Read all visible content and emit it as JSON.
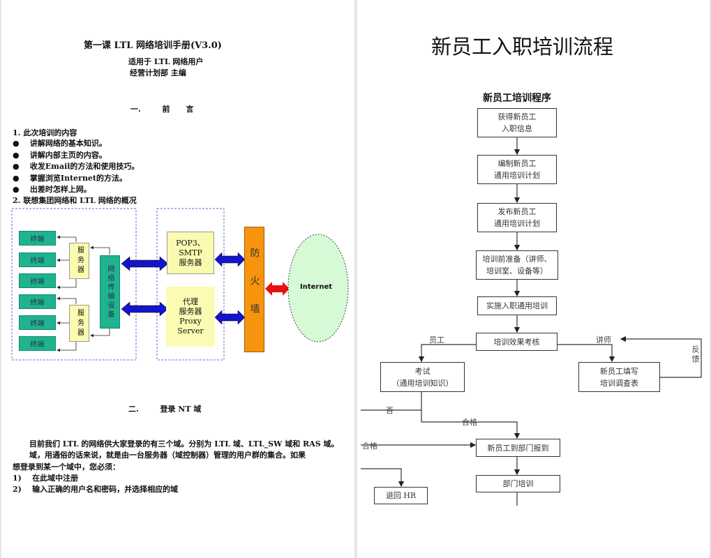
{
  "left_page": {
    "title": "第一课     LTL 网络培训手册(V3.0)",
    "subtitle": "适用于 LTL 网络用户",
    "editor": "经营计划部   主编",
    "section1_heading": "一.        前      言",
    "item1": "1.  此次培训的内容",
    "bullets": [
      "讲解网络的基本知识。",
      "讲解内部主页的内容。",
      "收发Email的方法和使用技巧。",
      "掌握浏览Internet的方法。",
      "出差时怎样上网。"
    ],
    "item2": "2. 联想集团网络和 LTL 网络的概况",
    "diagram": {
      "terminal": "终端",
      "server": "服务器",
      "network_device": "网络传输设备",
      "mail_server": [
        "POP3、",
        "SMTP",
        "服务器"
      ],
      "proxy_server": [
        "代理",
        "服务器",
        "Proxy",
        "Server"
      ],
      "firewall": "防火墙",
      "internet": "Internet"
    },
    "section2_heading": "二.        登录 NT 域",
    "paragraphs": [
      "目前我们 LTL 的网络供大家登录的有三个域。分别为 LTL 域、LTL_SW 域和 RAS 域。",
      "域，用通俗的话来说，就是由一台服务器（域控制器）管理的用户群的集合。如果",
      "想登录到某一个域中，您必须："
    ],
    "steps": [
      "1)    在此域中注册",
      "2)    输入正确的用户名和密码，并选择相应的域"
    ]
  },
  "right_page": {
    "title": "新员工入职培训流程",
    "subtitle": "新员工培训程序",
    "boxes": {
      "b1": [
        "获得新员工",
        "入职信息"
      ],
      "b2": [
        "编制新员工",
        "通用培训计划"
      ],
      "b3": [
        "发布新员工",
        "通用培训计划"
      ],
      "b4": [
        "培训前准备（讲师、",
        "培训室、设备等）"
      ],
      "b5": "实施入职通用培训",
      "b6": "培训效果考核",
      "b7": [
        "考试",
        "（通用培训知识）"
      ],
      "b8": [
        "新员工填写",
        "培训调查表"
      ],
      "b9": "新员工到部门报到",
      "b10": "部门培训",
      "b11": "退回 HR"
    },
    "labels": {
      "employee": "员工",
      "lecturer": "讲师",
      "feedback": "反馈",
      "no": "否",
      "pass": "合格",
      "pass2": "合格"
    }
  }
}
